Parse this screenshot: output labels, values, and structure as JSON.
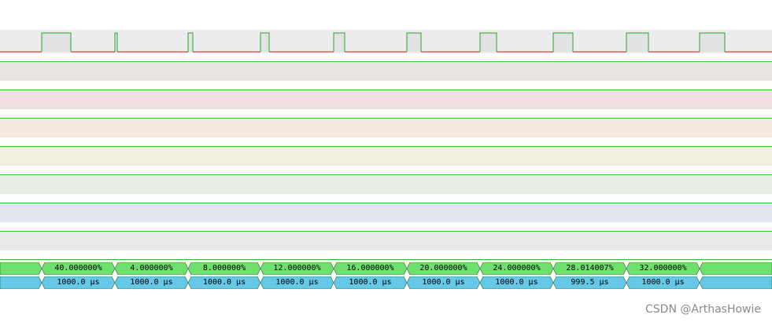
{
  "waveform": {
    "signal_color_high": "#2aa52a",
    "signal_color_low": "#cc2222",
    "lane_colors": [
      "#ececec",
      "#e8e4df",
      "#efdfdf",
      "#f4e8df",
      "#f2efe0",
      "#e6efe1",
      "#e2e5ec",
      "#ebe8ec"
    ],
    "separator_color": "#38b838",
    "pulses": [
      {
        "start": 53,
        "end": 90
      },
      {
        "start": 146,
        "end": 149
      },
      {
        "start": 239,
        "end": 245
      },
      {
        "start": 331,
        "end": 342
      },
      {
        "start": 424,
        "end": 438
      },
      {
        "start": 517,
        "end": 535
      },
      {
        "start": 610,
        "end": 631
      },
      {
        "start": 703,
        "end": 728
      },
      {
        "start": 796,
        "end": 824
      },
      {
        "start": 889,
        "end": 921
      }
    ]
  },
  "bus_duty": {
    "color": "#6ee06e",
    "segments": [
      {
        "label": "",
        "from": 0,
        "to": 53
      },
      {
        "label": "40.000000%",
        "from": 53,
        "to": 146
      },
      {
        "label": "4.000000%",
        "from": 146,
        "to": 239
      },
      {
        "label": "8.000000%",
        "from": 239,
        "to": 331
      },
      {
        "label": "12.000000%",
        "from": 331,
        "to": 424
      },
      {
        "label": "16.000000%",
        "from": 424,
        "to": 517
      },
      {
        "label": "20.000000%",
        "from": 517,
        "to": 610
      },
      {
        "label": "24.000000%",
        "from": 610,
        "to": 703
      },
      {
        "label": "28.014007%",
        "from": 703,
        "to": 796
      },
      {
        "label": "32.000000%",
        "from": 796,
        "to": 889
      },
      {
        "label": "",
        "from": 889,
        "to": 981
      }
    ]
  },
  "bus_period": {
    "color": "#64c8e6",
    "segments": [
      {
        "label": "",
        "from": 0,
        "to": 53
      },
      {
        "label": "1000.0 μs",
        "from": 53,
        "to": 146
      },
      {
        "label": "1000.0 μs",
        "from": 146,
        "to": 239
      },
      {
        "label": "1000.0 μs",
        "from": 239,
        "to": 331
      },
      {
        "label": "1000.0 μs",
        "from": 331,
        "to": 424
      },
      {
        "label": "1000.0 μs",
        "from": 424,
        "to": 517
      },
      {
        "label": "1000.0 μs",
        "from": 517,
        "to": 610
      },
      {
        "label": "1000.0 μs",
        "from": 610,
        "to": 703
      },
      {
        "label": "999.5 μs",
        "from": 703,
        "to": 796
      },
      {
        "label": "1000.0 μs",
        "from": 796,
        "to": 889
      },
      {
        "label": "",
        "from": 889,
        "to": 981
      }
    ]
  },
  "watermark": "CSDN @ArthasHowie"
}
